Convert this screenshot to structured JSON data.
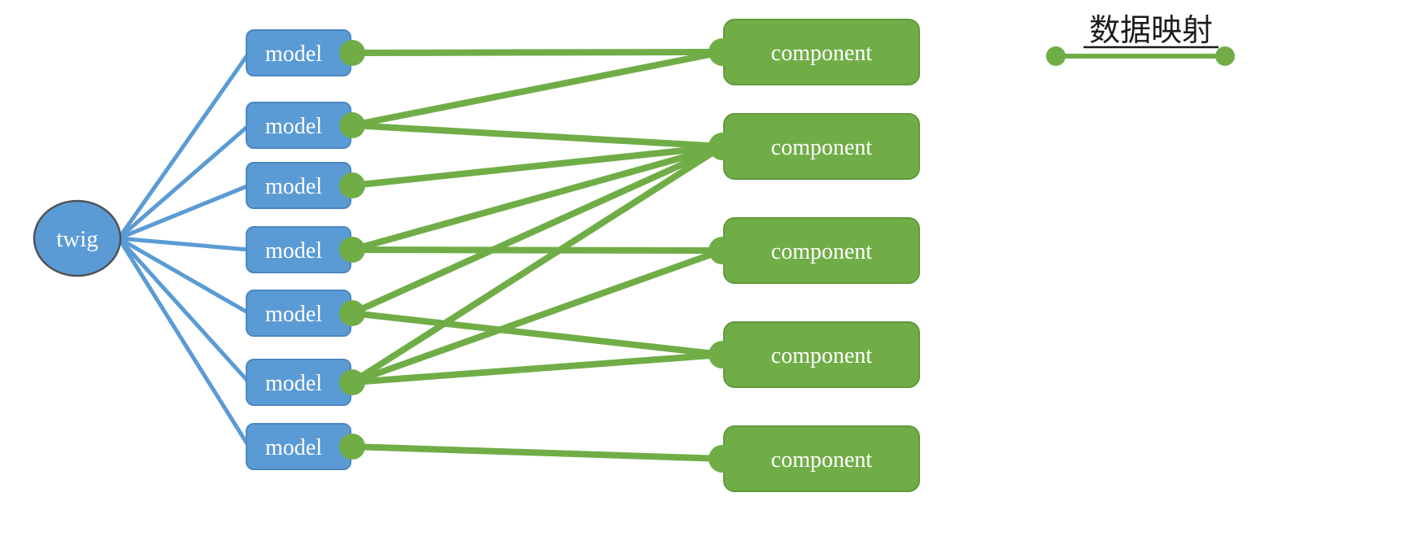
{
  "diagram": {
    "root": {
      "label": "twig"
    },
    "models": [
      {
        "label": "model"
      },
      {
        "label": "model"
      },
      {
        "label": "model"
      },
      {
        "label": "model"
      },
      {
        "label": "model"
      },
      {
        "label": "model"
      },
      {
        "label": "model"
      }
    ],
    "components": [
      {
        "label": "component"
      },
      {
        "label": "component"
      },
      {
        "label": "component"
      },
      {
        "label": "component"
      },
      {
        "label": "component"
      }
    ],
    "tree_edges": [
      {
        "from": "twig",
        "to": "model-1"
      },
      {
        "from": "twig",
        "to": "model-2"
      },
      {
        "from": "twig",
        "to": "model-3"
      },
      {
        "from": "twig",
        "to": "model-4"
      },
      {
        "from": "twig",
        "to": "model-5"
      },
      {
        "from": "twig",
        "to": "model-6"
      },
      {
        "from": "twig",
        "to": "model-7"
      }
    ],
    "mapping_edges": [
      {
        "from": "model-1",
        "to": "component-1"
      },
      {
        "from": "model-2",
        "to": "component-1"
      },
      {
        "from": "model-2",
        "to": "component-2"
      },
      {
        "from": "model-3",
        "to": "component-2"
      },
      {
        "from": "model-4",
        "to": "component-2"
      },
      {
        "from": "model-4",
        "to": "component-3"
      },
      {
        "from": "model-5",
        "to": "component-2"
      },
      {
        "from": "model-5",
        "to": "component-4"
      },
      {
        "from": "model-6",
        "to": "component-2"
      },
      {
        "from": "model-6",
        "to": "component-3"
      },
      {
        "from": "model-6",
        "to": "component-4"
      },
      {
        "from": "model-7",
        "to": "component-5"
      }
    ],
    "legend": {
      "label": "数据映射"
    },
    "colors": {
      "node_blue": "#5b9bd5",
      "node_blue_border": "#4c87c0",
      "mapping_green": "#70ad47",
      "mapping_green_border": "#5f9a3e",
      "node_text": "#ffffff",
      "legend_text": "#1c1c1c"
    }
  }
}
